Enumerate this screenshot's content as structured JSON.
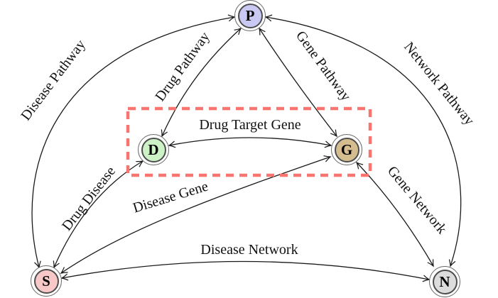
{
  "nodes": {
    "P": {
      "label": "P",
      "fill": "#c9c9f3"
    },
    "D": {
      "label": "D",
      "fill": "#cdf2c6"
    },
    "G": {
      "label": "G",
      "fill": "#d5bd90"
    },
    "S": {
      "label": "S",
      "fill": "#f8c8c8"
    },
    "N": {
      "label": "N",
      "fill": "#dcdcdc"
    }
  },
  "edges": {
    "disease_pathway": {
      "label": "Disease Pathway",
      "between": "S–P"
    },
    "drug_pathway": {
      "label": "Drug Pathway",
      "between": "D–P"
    },
    "gene_pathway": {
      "label": "Gene Pathway",
      "between": "G–P"
    },
    "network_pathway": {
      "label": "Network Pathway",
      "between": "N–P"
    },
    "drug_target_gene": {
      "label": "Drug Target Gene",
      "between": "D–G"
    },
    "drug_disease": {
      "label": "Drug Disease",
      "between": "S–D"
    },
    "disease_gene": {
      "label": "Disease Gene",
      "between": "S–G"
    },
    "gene_network": {
      "label": "Gene Network",
      "between": "G–N"
    },
    "disease_network": {
      "label": "Disease Network",
      "between": "S–N"
    }
  },
  "highlight_box": {
    "color": "#f9746e"
  },
  "colors": {
    "edge": "#1a1a1a",
    "node_border": "#4d4d4d"
  }
}
